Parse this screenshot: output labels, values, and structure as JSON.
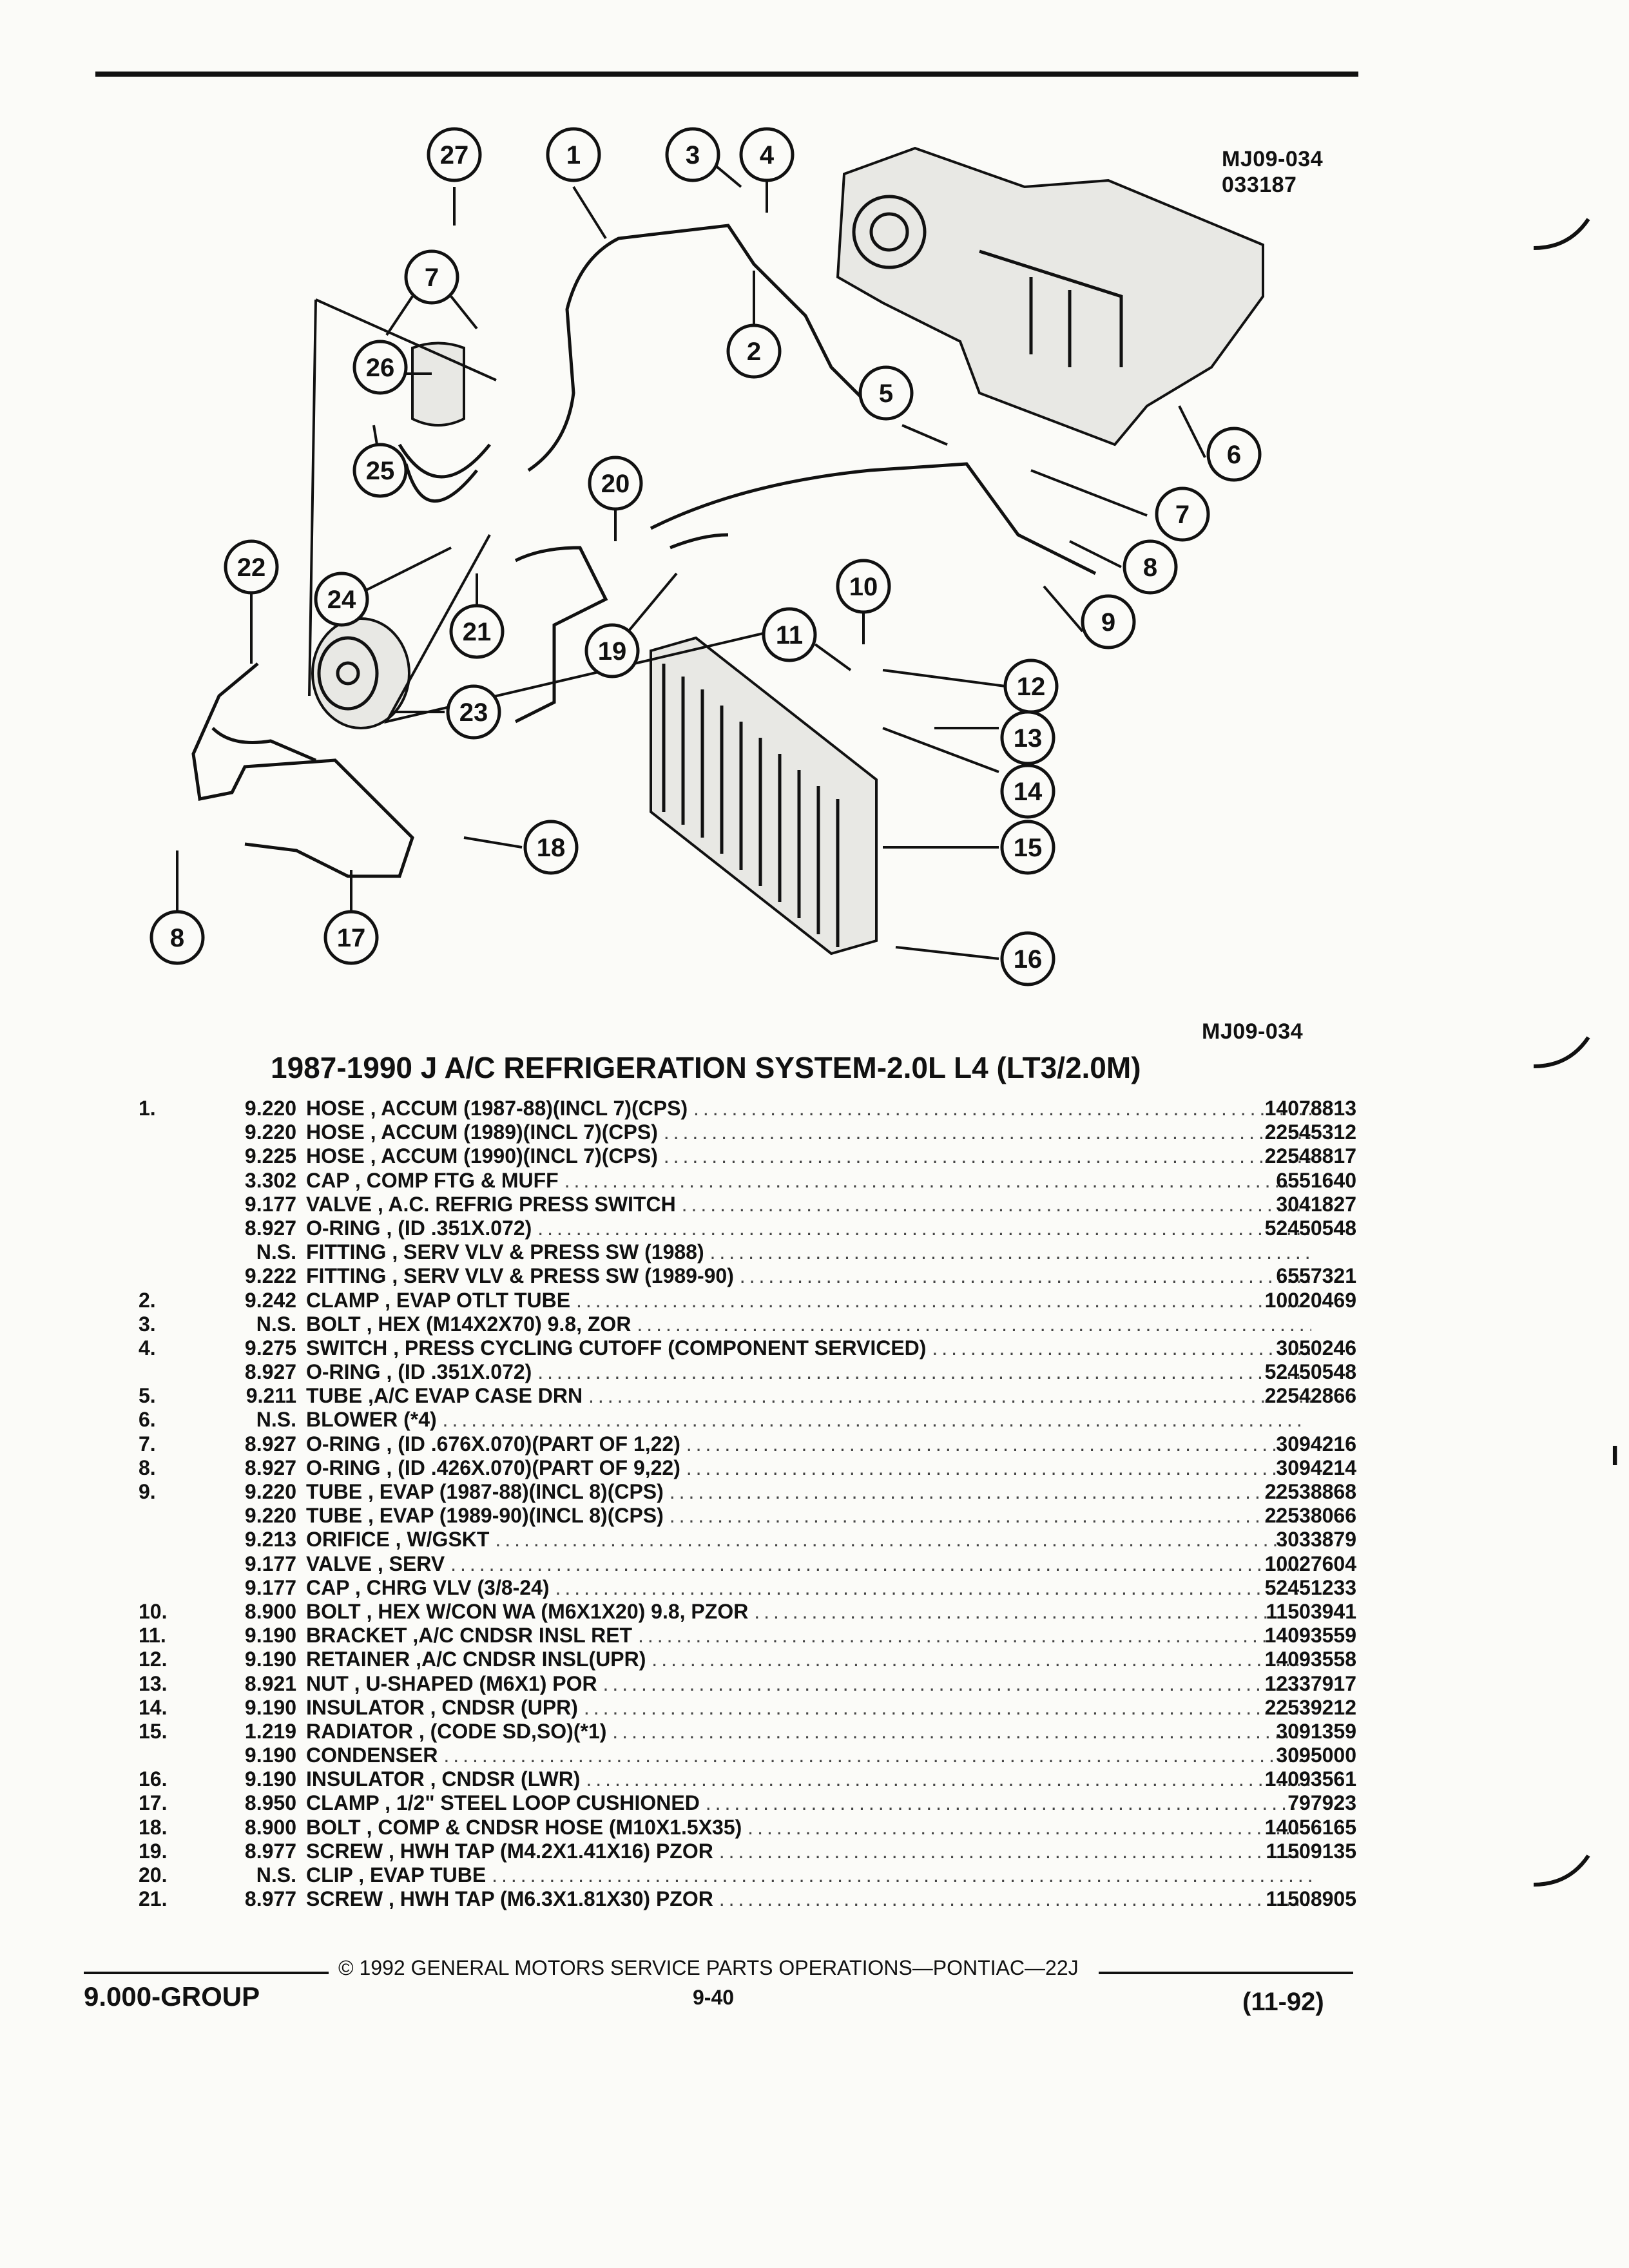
{
  "header": {
    "figure_code_top": "MJ09-034",
    "figure_date_code": "033187",
    "figure_code_bottom": "MJ09-034"
  },
  "diagram": {
    "callouts": [
      "27",
      "1",
      "3",
      "4",
      "7",
      "26",
      "2",
      "25",
      "5",
      "6",
      "20",
      "7",
      "24",
      "8",
      "21",
      "22",
      "19",
      "10",
      "11",
      "9",
      "23",
      "12",
      "13",
      "14",
      "15",
      "18",
      "8",
      "17",
      "16"
    ]
  },
  "title": "1987-1990 J A/C REFRIGERATION SYSTEM-2.0L L4 (LT3/2.0M)",
  "parts": [
    {
      "no": "1.",
      "group": "9.220",
      "name": "HOSE , ACCUM (1987-88)(INCL 7)(CPS)",
      "pn": "14078813"
    },
    {
      "no": "",
      "group": "9.220",
      "name": "HOSE , ACCUM (1989)(INCL 7)(CPS)",
      "pn": "22545312"
    },
    {
      "no": "",
      "group": "9.225",
      "name": "HOSE , ACCUM (1990)(INCL 7)(CPS)",
      "pn": "22548817"
    },
    {
      "no": "",
      "group": "3.302",
      "name": "CAP , COMP FTG & MUFF",
      "pn": "6551640"
    },
    {
      "no": "",
      "group": "9.177",
      "name": "VALVE , A.C. REFRIG PRESS SWITCH",
      "pn": "3041827"
    },
    {
      "no": "",
      "group": "8.927",
      "name": "O-RING , (ID .351X.072)",
      "pn": "52450548"
    },
    {
      "no": "",
      "group": "N.S.",
      "name": "FITTING , SERV VLV & PRESS SW (1988)",
      "pn": ""
    },
    {
      "no": "",
      "group": "9.222",
      "name": "FITTING , SERV VLV & PRESS SW (1989-90)",
      "pn": "6557321"
    },
    {
      "no": "2.",
      "group": "9.242",
      "name": "CLAMP , EVAP OTLT TUBE",
      "pn": "10020469"
    },
    {
      "no": "3.",
      "group": "N.S.",
      "name": "BOLT , HEX (M14X2X70) 9.8, ZOR",
      "pn": ""
    },
    {
      "no": "4.",
      "group": "9.275",
      "name": "SWITCH , PRESS CYCLING CUTOFF (COMPONENT SERVICED)",
      "pn": "3050246"
    },
    {
      "no": "",
      "group": "8.927",
      "name": "O-RING , (ID .351X.072)",
      "pn": "52450548"
    },
    {
      "no": "5.",
      "group": "9.211",
      "name": "TUBE ,A/C EVAP CASE DRN",
      "pn": "22542866"
    },
    {
      "no": "6.",
      "group": "N.S.",
      "name": "BLOWER (*4)",
      "pn": ""
    },
    {
      "no": "7.",
      "group": "8.927",
      "name": "O-RING , (ID .676X.070)(PART OF 1,22)",
      "pn": "3094216"
    },
    {
      "no": "8.",
      "group": "8.927",
      "name": "O-RING , (ID .426X.070)(PART OF 9,22)",
      "pn": "3094214"
    },
    {
      "no": "9.",
      "group": "9.220",
      "name": "TUBE , EVAP (1987-88)(INCL 8)(CPS)",
      "pn": "22538868"
    },
    {
      "no": "",
      "group": "9.220",
      "name": "TUBE , EVAP (1989-90)(INCL 8)(CPS)",
      "pn": "22538066"
    },
    {
      "no": "",
      "group": "9.213",
      "name": "ORIFICE , W/GSKT",
      "pn": "3033879"
    },
    {
      "no": "",
      "group": "9.177",
      "name": "VALVE , SERV",
      "pn": "10027604"
    },
    {
      "no": "",
      "group": "9.177",
      "name": "CAP , CHRG VLV (3/8-24)",
      "pn": "52451233"
    },
    {
      "no": "10.",
      "group": "8.900",
      "name": "BOLT , HEX W/CON WA (M6X1X20) 9.8, PZOR",
      "pn": "11503941"
    },
    {
      "no": "11.",
      "group": "9.190",
      "name": "BRACKET ,A/C CNDSR INSL RET",
      "pn": "14093559"
    },
    {
      "no": "12.",
      "group": "9.190",
      "name": "RETAINER ,A/C CNDSR INSL(UPR)",
      "pn": "14093558"
    },
    {
      "no": "13.",
      "group": "8.921",
      "name": "NUT , U-SHAPED (M6X1) POR",
      "pn": "12337917"
    },
    {
      "no": "14.",
      "group": "9.190",
      "name": "INSULATOR , CNDSR (UPR)",
      "pn": "22539212"
    },
    {
      "no": "15.",
      "group": "1.219",
      "name": "RADIATOR , (CODE SD,SO)(*1)",
      "pn": "3091359"
    },
    {
      "no": "",
      "group": "9.190",
      "name": "CONDENSER",
      "pn": "3095000"
    },
    {
      "no": "16.",
      "group": "9.190",
      "name": "INSULATOR , CNDSR (LWR)",
      "pn": "14093561"
    },
    {
      "no": "17.",
      "group": "8.950",
      "name": "CLAMP , 1/2\" STEEL LOOP CUSHIONED",
      "pn": "797923"
    },
    {
      "no": "18.",
      "group": "8.900",
      "name": "BOLT , COMP & CNDSR HOSE (M10X1.5X35)",
      "pn": "14056165"
    },
    {
      "no": "19.",
      "group": "8.977",
      "name": "SCREW , HWH TAP (M4.2X1.41X16) PZOR",
      "pn": "11509135"
    },
    {
      "no": "20.",
      "group": "N.S.",
      "name": "CLIP , EVAP TUBE",
      "pn": ""
    },
    {
      "no": "21.",
      "group": "8.977",
      "name": "SCREW , HWH TAP (M6.3X1.81X30) PZOR",
      "pn": "11508905"
    }
  ],
  "footer": {
    "copyright": "© 1992 GENERAL MOTORS SERVICE PARTS OPERATIONS—PONTIAC—22J",
    "group": "9.000-GROUP",
    "page": "9-40",
    "date": "(11-92)"
  },
  "margin_marks": [
    "I"
  ]
}
